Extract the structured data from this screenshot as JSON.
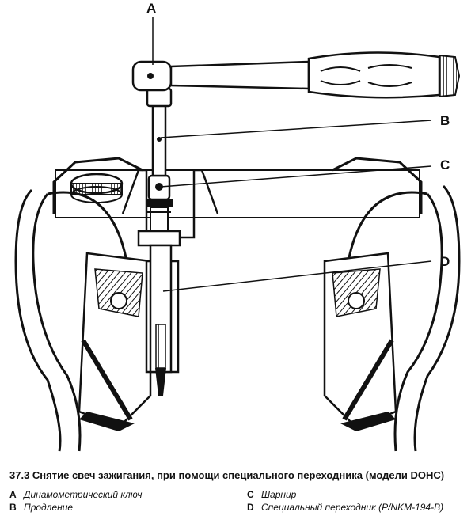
{
  "figure": {
    "callouts": [
      {
        "id": "A",
        "label": "A"
      },
      {
        "id": "B",
        "label": "B"
      },
      {
        "id": "C",
        "label": "C"
      },
      {
        "id": "D",
        "label": "D"
      }
    ]
  },
  "caption": "37.3 Снятие свеч зажигания, при помощи специального переходника (модели DOHC)",
  "legend": [
    {
      "key": "A",
      "text": "Динамометрический ключ"
    },
    {
      "key": "B",
      "text": "Продление"
    },
    {
      "key": "C",
      "text": "Шарнир"
    },
    {
      "key": "D",
      "text": "Специальный переходник (P/NKM-194-B)"
    }
  ]
}
